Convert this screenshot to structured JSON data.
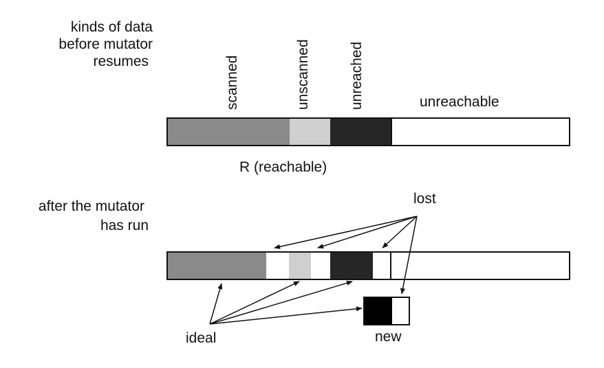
{
  "top_section": {
    "caption_lines": [
      "kinds of data",
      "before mutator",
      "resumes"
    ],
    "labels": {
      "scanned": "scanned",
      "unscanned": "unscanned",
      "unreached": "unreached",
      "unreachable": "unreachable",
      "reachable": "R (reachable)"
    }
  },
  "bottom_section": {
    "caption_lines": [
      "after the mutator",
      "has run"
    ],
    "labels": {
      "lost": "lost",
      "ideal": "ideal",
      "new": "new"
    }
  },
  "colors": {
    "scanned": "#8a8a8a",
    "unscanned": "#cfcfcf",
    "unreached": "#262626",
    "unreachable": "#ffffff",
    "new_filled": "#000000",
    "outline": "#111111"
  }
}
